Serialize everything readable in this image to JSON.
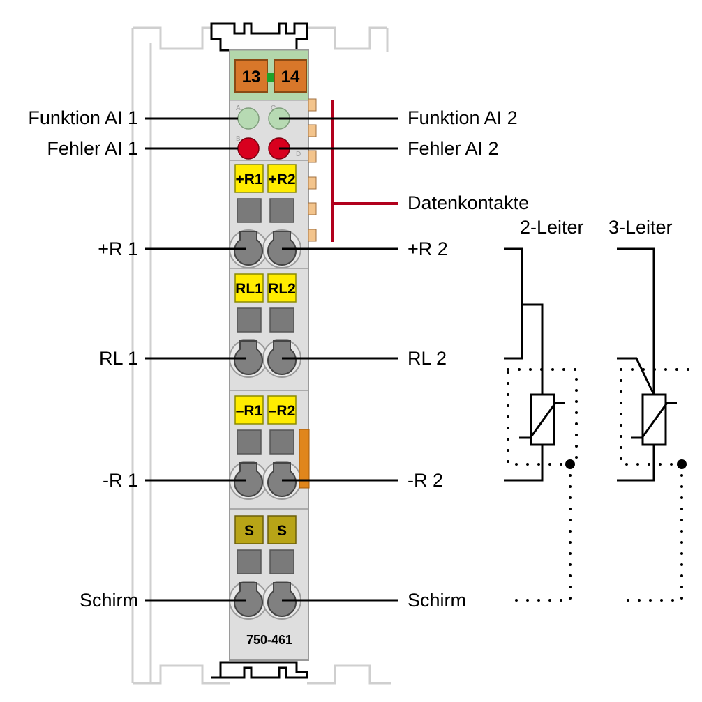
{
  "module": {
    "model": "750-461",
    "top_connector": [
      "13",
      "14"
    ],
    "led_letters": [
      "A",
      "B",
      "C",
      "D"
    ],
    "slot_tags": [
      [
        "+R1",
        "+R2"
      ],
      [
        "RL1",
        "RL2"
      ],
      [
        "–R1",
        "–R2"
      ],
      [
        "S",
        "S"
      ]
    ]
  },
  "labels": {
    "left": [
      "Funktion AI 1",
      "Fehler AI 1",
      "+R 1",
      "RL 1",
      "-R 1",
      "Schirm"
    ],
    "right": [
      "Funktion AI 2",
      "Fehler AI 2",
      "Datenkontakte",
      "+R 2",
      "RL 2",
      "-R 2",
      "Schirm"
    ]
  },
  "wiring": {
    "two_wire_title": "2-Leiter",
    "three_wire_title": "3-Leiter"
  },
  "colors": {
    "housing": "#dedede",
    "terminal_yellow": "#ffec00",
    "shield_olive": "#b8a417",
    "led_green": "#b7dab3",
    "led_red": "#d8001e",
    "data_contact_line": "#b1001c",
    "connector_orange": "#d8772a",
    "connector_green": "#b3d7ab"
  }
}
